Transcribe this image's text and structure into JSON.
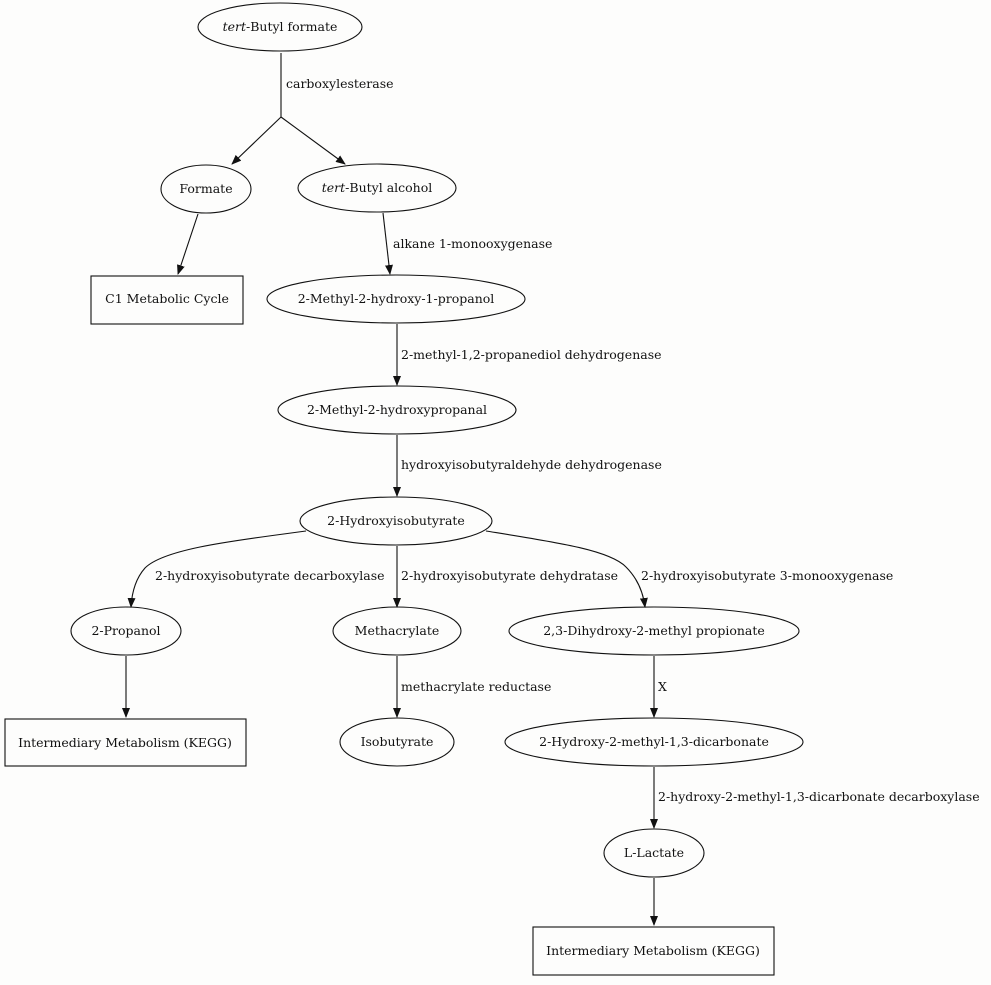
{
  "nodes": {
    "tert_butyl_formate": {
      "prefix": "tert",
      "rest": "-Butyl formate"
    },
    "formate": {
      "label": "Formate"
    },
    "tert_butyl_alcohol": {
      "prefix": "tert",
      "rest": "-Butyl alcohol"
    },
    "c1_cycle": {
      "label": "C1 Metabolic Cycle"
    },
    "methyl_hydroxy_propanol": {
      "label": "2-Methyl-2-hydroxy-1-propanol"
    },
    "methyl_hydroxypropanal": {
      "label": "2-Methyl-2-hydroxypropanal"
    },
    "hydroxyisobutyrate": {
      "label": "2-Hydroxyisobutyrate"
    },
    "propanol": {
      "label": "2-Propanol"
    },
    "methacrylate": {
      "label": "Methacrylate"
    },
    "dihydroxy_methyl_propionate": {
      "label": "2,3-Dihydroxy-2-methyl propionate"
    },
    "intermediary_left": {
      "label": "Intermediary Metabolism (KEGG)"
    },
    "isobutyrate": {
      "label": "Isobutyrate"
    },
    "hydroxy_methyl_dicarbonate": {
      "label": "2-Hydroxy-2-methyl-1,3-dicarbonate"
    },
    "lactate": {
      "label": "L-Lactate"
    },
    "intermediary_bottom": {
      "label": "Intermediary Metabolism (KEGG)"
    }
  },
  "edges": {
    "carboxylesterase": "carboxylesterase",
    "alkane_monooxygenase": "alkane 1-monooxygenase",
    "propanediol_dehydrogenase": "2-methyl-1,2-propanediol dehydrogenase",
    "hydroxyisobutyraldehyde_dehydrogenase": "hydroxyisobutyraldehyde dehydrogenase",
    "hydroxyisobutyrate_decarboxylase": "2-hydroxyisobutyrate decarboxylase",
    "hydroxyisobutyrate_dehydratase": "2-hydroxyisobutyrate dehydratase",
    "hydroxyisobutyrate_monooxygenase": "2-hydroxyisobutyrate 3-monooxygenase",
    "methacrylate_reductase": "methacrylate reductase",
    "x": "X",
    "dicarbonate_decarboxylase": "2-hydroxy-2-methyl-1,3-dicarbonate decarboxylase"
  }
}
